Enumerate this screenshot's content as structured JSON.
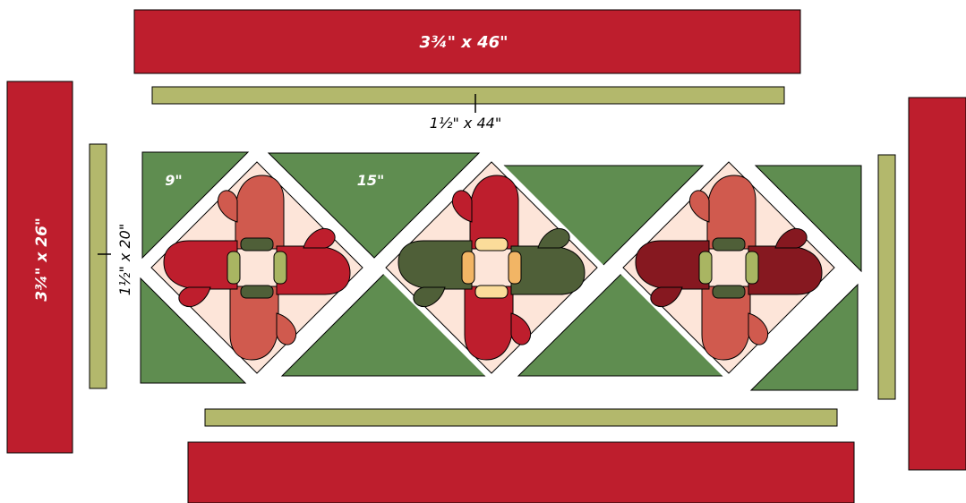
{
  "labels": {
    "top_border": "3¾\" x 46\"",
    "left_border": "3¾\" x 26\"",
    "top_sashing": "1½\" x 44\"",
    "side_sashing": "1½\" x 20\"",
    "small_triangle": "9\"",
    "large_triangle": "15\""
  },
  "colors": {
    "border_red": "#be1e2d",
    "sashing_olive": "#b3b86c",
    "triangle_green": "#5f8d50",
    "block_background": "#fde5d9",
    "mitten_coral": "#d05a4e",
    "mitten_red": "#be1e2d",
    "mitten_dark_green": "#4f5f38",
    "mitten_maroon": "#861820",
    "cuff_olive": "#a9b562",
    "cuff_orange": "#f2b565",
    "cuff_cream": "#fbdc9a",
    "cuff_dark_green": "#4f5f38"
  },
  "blocks": [
    {
      "name": "block-1",
      "mittens_vertical": "coral",
      "mittens_horizontal": "red",
      "cuff_vertical": "dark_green",
      "cuff_horizontal": "olive"
    },
    {
      "name": "block-2",
      "mittens_vertical": "red",
      "mittens_horizontal": "dark_green",
      "cuff_vertical": "cream",
      "cuff_horizontal": "orange"
    },
    {
      "name": "block-3",
      "mittens_vertical": "coral",
      "mittens_horizontal": "maroon",
      "cuff_vertical": "dark_green",
      "cuff_horizontal": "olive"
    }
  ]
}
